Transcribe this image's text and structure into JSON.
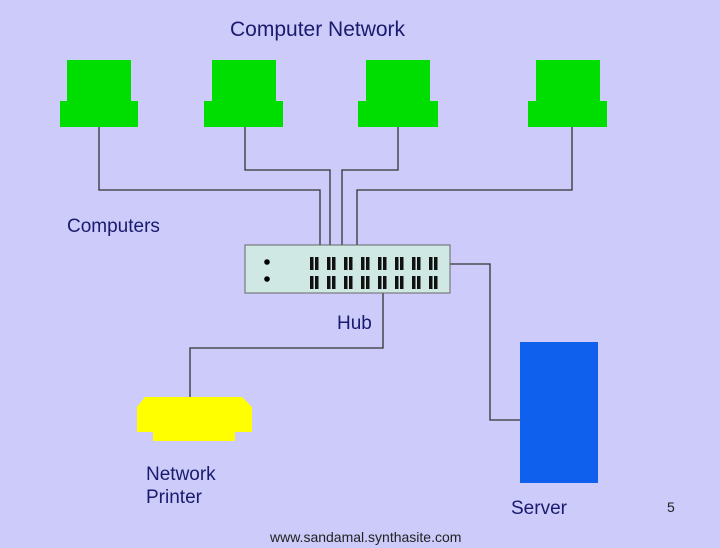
{
  "title": "Computer Network",
  "labels": {
    "computers": "Computers",
    "hub": "Hub",
    "printer_line1": "Network",
    "printer_line2": "Printer",
    "server": "Server"
  },
  "page_number": "5",
  "footer": "www.sandamal.synthasite.com",
  "devices": {
    "computer_count": 4,
    "hub_port_count": 8
  },
  "colors": {
    "background": "#cccbfa",
    "computer": "#00dd00",
    "hub": "#cfe8e4",
    "printer": "#ffff00",
    "server": "#1060ee",
    "cable": "#333333",
    "text": "#1a1a6e"
  }
}
